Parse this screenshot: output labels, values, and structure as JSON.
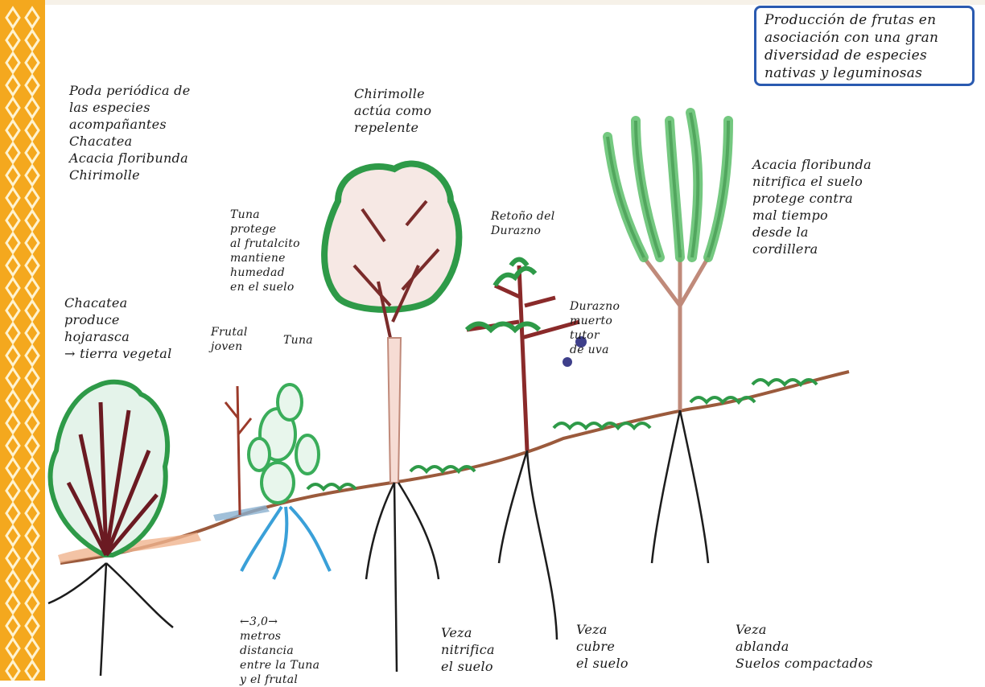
{
  "title": "Producción de frutas en\nasociación con una gran\ndiversidad de especies\nnativas y leguminosas",
  "labels": {
    "poda": "Poda periódica de\nlas especies\nacompañantes\n   Chacatea\n   Acacia floribunda\n   Chirimolle",
    "chirimolle": "Chirimolle\nactúa como\nrepelente",
    "tuna_protege": "Tuna\nprotege\nal frutalcito\nmantiene\nhumedad\nen el suelo",
    "retono": "Retoño del\nDurazno",
    "acacia": "Acacia floribunda\nnitrifica el suelo\nprotege contra\n  mal tiempo\n  desde la\n  cordillera",
    "chacatea": "Chacatea\nproduce\nhojarasca\n→ tierra vegetal",
    "frutal_joven": "Frutal\njoven",
    "tuna": "Tuna",
    "durazno_muerto": "Durazno\nmuerto\ntutor\nde uva",
    "distancia": "←3,0→\nmetros\ndistancia\nentre la Tuna\ny el frutal",
    "veza_nitrifica": "Veza\nnitrifica\nel suelo",
    "veza_cubre": "Veza\ncubre\nel suelo",
    "veza_ablanda": "Veza\nablanda\nSuelos compactados"
  },
  "colors": {
    "border": "#f4a81e",
    "title_box": "#2a5ab0",
    "foliage": "#2e9a48",
    "trunk": "#c08a7a",
    "soil": "#9b5a3c",
    "roots": "#1c1c1c",
    "water": "#3aa0d8",
    "flowers": "#e8d24a"
  }
}
